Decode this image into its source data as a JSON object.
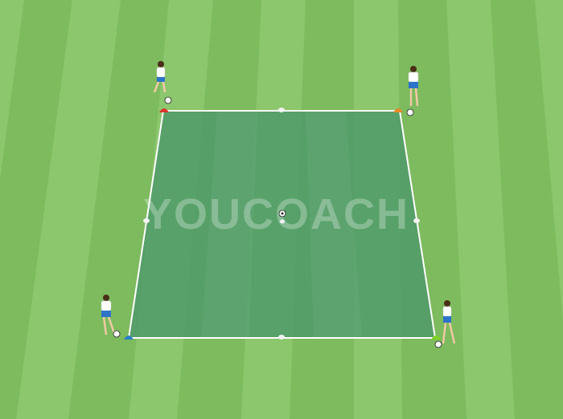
{
  "watermark": {
    "text": "YOUCOACH"
  },
  "colors": {
    "grass_dark": "#74b653",
    "grass_light": "#8cc66d",
    "area_fill": "#4f9a6a",
    "lines": "#ffffff",
    "cone_red": "#d9352b",
    "cone_orange": "#e8892a",
    "cone_blue": "#2a7fc4",
    "cone_green": "#7ed321",
    "cone_white": "#f2f2f2",
    "kit_shirt": "#ffffff",
    "kit_shorts": "#2e74c9"
  },
  "drill": {
    "players": [
      {
        "name": "player-top-left",
        "has_ball": true
      },
      {
        "name": "player-top-right",
        "has_ball": true
      },
      {
        "name": "player-bottom-left",
        "has_ball": true
      },
      {
        "name": "player-bottom-right",
        "has_ball": true
      }
    ],
    "cones": [
      {
        "name": "cone-red",
        "color": "red"
      },
      {
        "name": "cone-orange",
        "color": "orange"
      },
      {
        "name": "cone-blue",
        "color": "blue"
      },
      {
        "name": "cone-green",
        "color": "green"
      }
    ],
    "center_ball": true
  }
}
